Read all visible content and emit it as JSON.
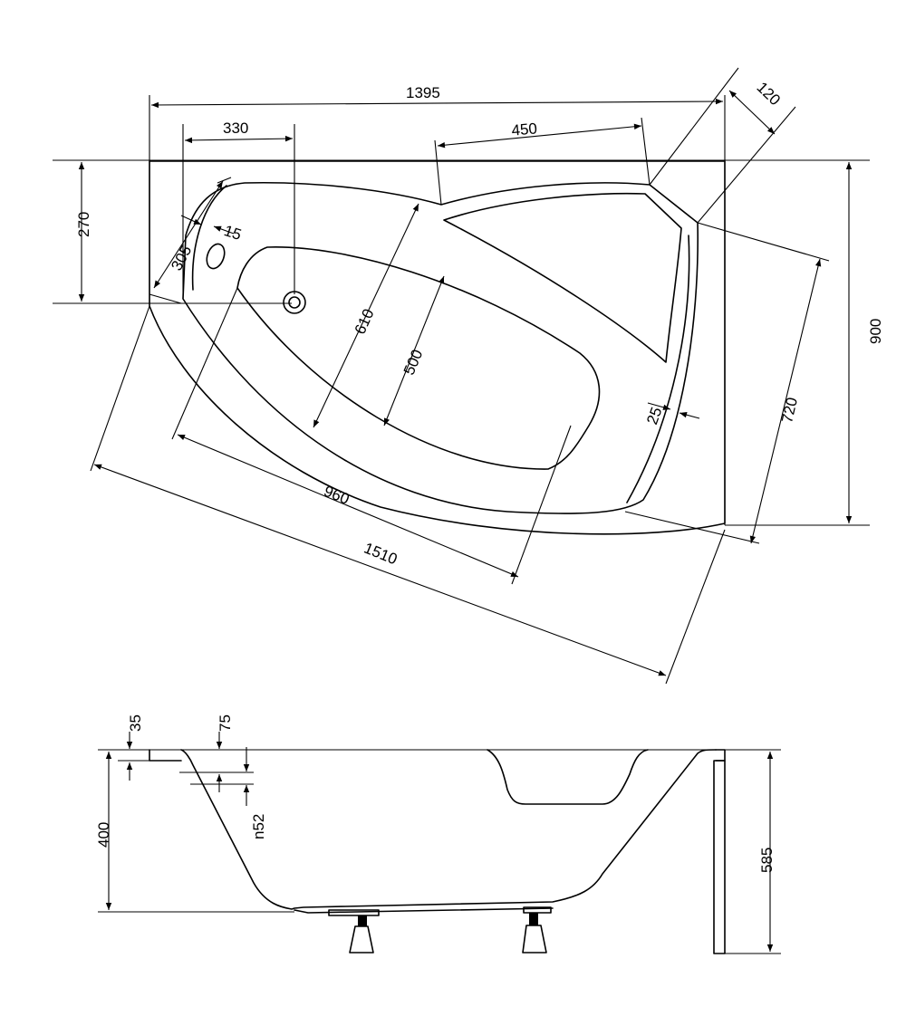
{
  "plan_dimensions": {
    "overall_width": "1395",
    "drain_offset": "330",
    "backrest_width": "450",
    "corner_chamfer": "120",
    "drain_depth_offset": "270",
    "left_end_depth": "305",
    "left_rim": "15",
    "inner_width": "610",
    "basin_width": "500",
    "right_rim": "25",
    "right_side_depth": "720",
    "overall_depth": "900",
    "basin_length": "960",
    "overall_length": "1510"
  },
  "section_dimensions": {
    "rim_thickness": "35",
    "overflow_offset": "75",
    "overflow_diameter": "n52",
    "basin_depth": "400",
    "total_height": "585"
  }
}
